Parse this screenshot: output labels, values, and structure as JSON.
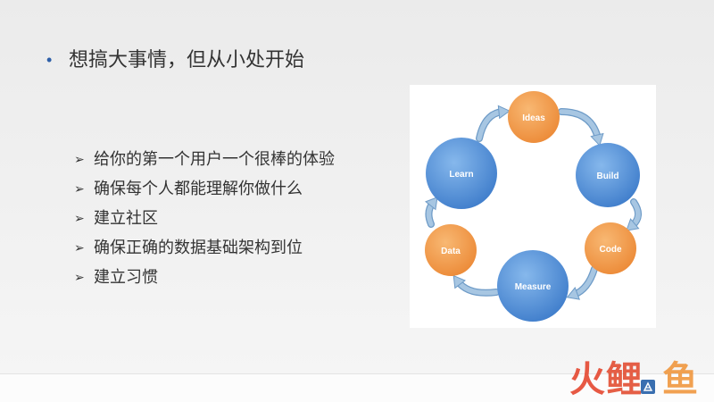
{
  "slide": {
    "heading": {
      "bullet": "•",
      "text": "想搞大事情，但从小处开始"
    },
    "items": [
      {
        "marker": "➢",
        "text": "给你的第一个用户一个很棒的体验"
      },
      {
        "marker": "➢",
        "text": "确保每个人都能理解你做什么"
      },
      {
        "marker": "➢",
        "text": "建立社区"
      },
      {
        "marker": "➢",
        "text": "确保正确的数据基础架构到位"
      },
      {
        "marker": "➢",
        "text": "建立习惯"
      }
    ]
  },
  "diagram": {
    "nodes": {
      "ideas": "Ideas",
      "build": "Build",
      "code": "Code",
      "measure": "Measure",
      "data": "Data",
      "learn": "Learn"
    },
    "colors": {
      "orange_light": "#f8b873",
      "orange_dark": "#ec8a37",
      "blue_light": "#86b8ec",
      "blue_dark": "#3f7dcb",
      "arrow_body": "#a7c6e2",
      "arrow_outline": "#6e9bc7"
    }
  },
  "watermark": {
    "logo_chars": [
      "火",
      "鲤",
      "鱼"
    ],
    "logo_colors": [
      "#e5432b",
      "#e24a2e",
      "#f0953a"
    ],
    "icon": "logo-badge-icon"
  }
}
